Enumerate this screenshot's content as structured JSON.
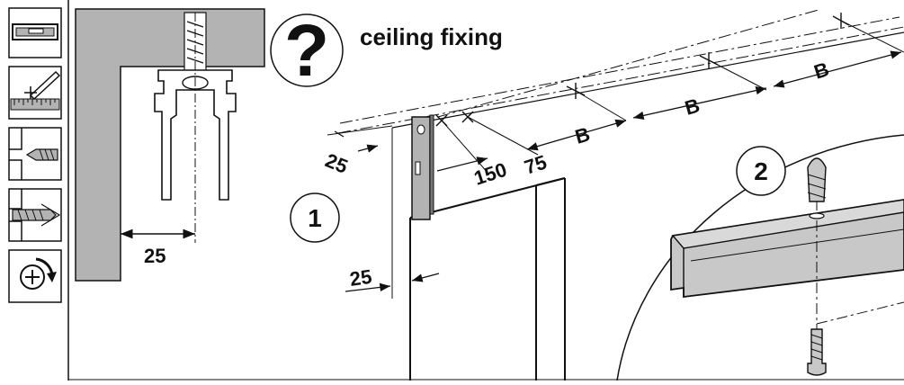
{
  "title": "ceiling fixing",
  "help_symbol": "?",
  "detail_dimension": "25",
  "step_1": "1",
  "step_2": "2",
  "dimensions": {
    "edge_offset_top": "25",
    "edge_offset_bottom": "25",
    "first_hole": "150",
    "second_hole": "75",
    "spacing_1": "B",
    "spacing_2": "B",
    "spacing_3": "B"
  },
  "sidebar_icons": [
    "rail-profile-icon",
    "measure-mark-icon",
    "drill-icon",
    "wall-plug-icon",
    "screw-tighten-icon"
  ],
  "colors": {
    "line": "#111111",
    "grey_fill": "#b3b3b3",
    "rail_fill": "#c8c8c8",
    "background": "#ffffff"
  }
}
